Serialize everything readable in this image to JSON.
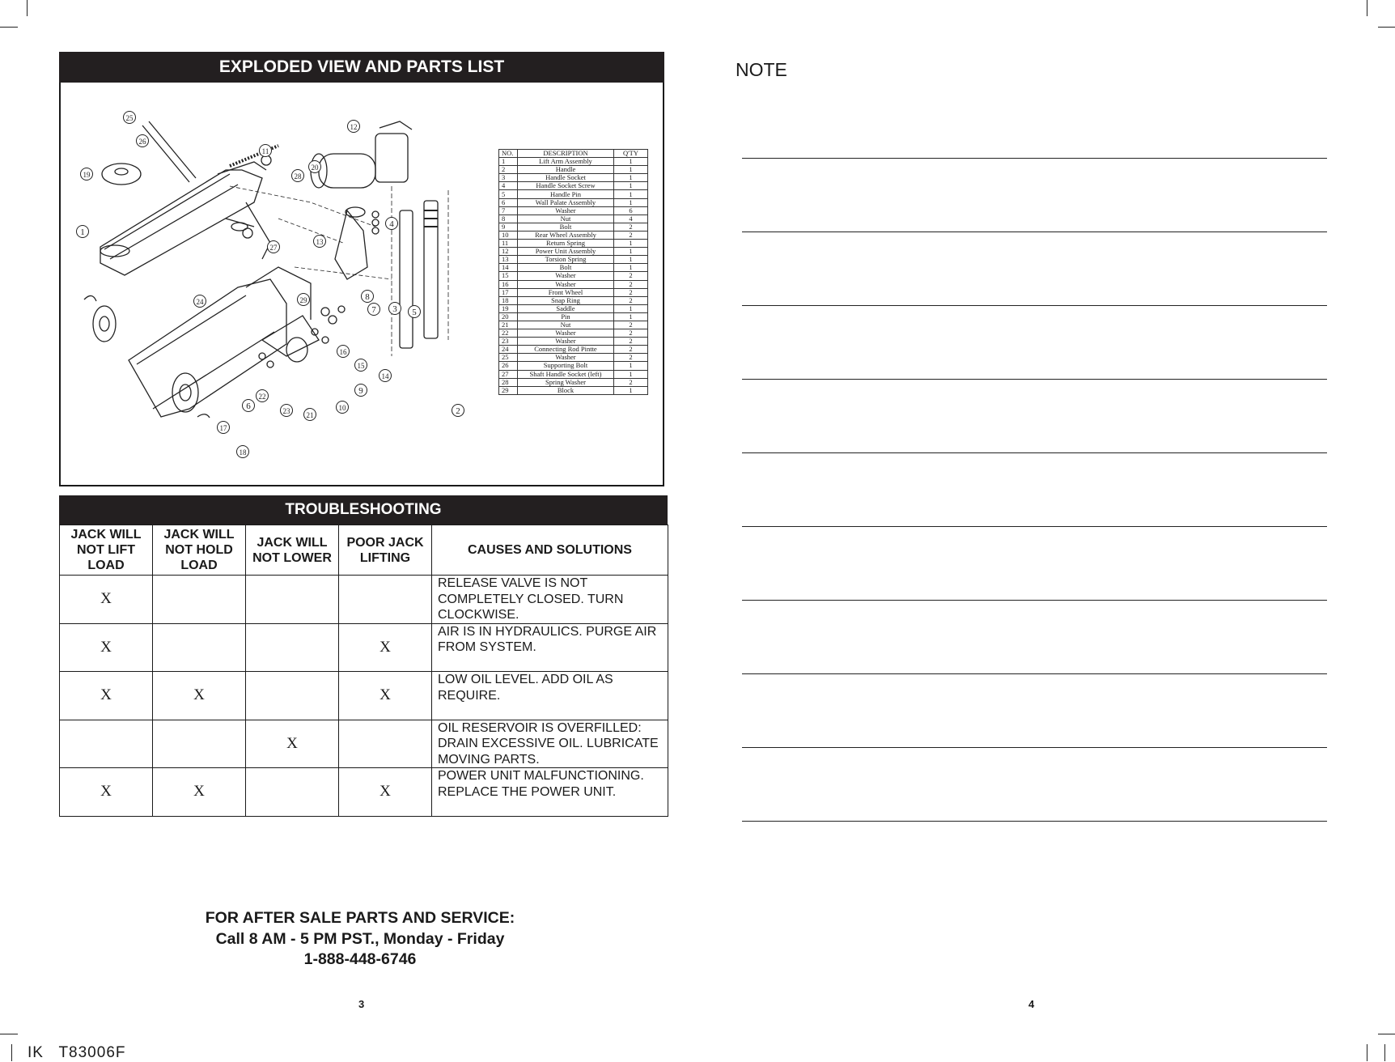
{
  "exploded_view": {
    "title": "EXPLODED VIEW AND PARTS LIST",
    "callouts": [
      "1",
      "2",
      "3",
      "4",
      "5",
      "6",
      "7",
      "8",
      "9",
      "10",
      "11",
      "12",
      "13",
      "14",
      "15",
      "16",
      "17",
      "18",
      "19",
      "20",
      "21",
      "22",
      "23",
      "24",
      "25",
      "26",
      "27",
      "28",
      "29"
    ],
    "parts_table": {
      "headers": [
        "NO.",
        "DESCRIPTION",
        "Q'TY"
      ],
      "rows": [
        [
          "1",
          "Lift Arm Assembly",
          "1"
        ],
        [
          "2",
          "Handle",
          "1"
        ],
        [
          "3",
          "Handle Socket",
          "1"
        ],
        [
          "4",
          "Handle Socket Screw",
          "1"
        ],
        [
          "5",
          "Handle Pin",
          "1"
        ],
        [
          "6",
          "Wall Palate Assembly",
          "1"
        ],
        [
          "7",
          "Washer",
          "6"
        ],
        [
          "8",
          "Nut",
          "4"
        ],
        [
          "9",
          "Bolt",
          "2"
        ],
        [
          "10",
          "Rear Wheel Assembly",
          "2"
        ],
        [
          "11",
          "Return Spring",
          "1"
        ],
        [
          "12",
          "Power Unit Assembly",
          "1"
        ],
        [
          "13",
          "Torsion Spring",
          "1"
        ],
        [
          "14",
          "Bolt",
          "1"
        ],
        [
          "15",
          "Washer",
          "2"
        ],
        [
          "16",
          "Washer",
          "2"
        ],
        [
          "17",
          "Front Wheel",
          "2"
        ],
        [
          "18",
          "Snap Ring",
          "2"
        ],
        [
          "19",
          "Saddle",
          "1"
        ],
        [
          "20",
          "Pin",
          "1"
        ],
        [
          "21",
          "Nut",
          "2"
        ],
        [
          "22",
          "Washer",
          "2"
        ],
        [
          "23",
          "Washer",
          "2"
        ],
        [
          "24",
          "Connecting Rod Pintte",
          "2"
        ],
        [
          "25",
          "Washer",
          "2"
        ],
        [
          "26",
          "Supporting Bolt",
          "1"
        ],
        [
          "27",
          "Shaft Handle Socket (left)",
          "1"
        ],
        [
          "28",
          "Spring Washer",
          "2"
        ],
        [
          "29",
          "Block",
          "1"
        ]
      ]
    }
  },
  "troubleshooting": {
    "title": "TROUBLESHOOTING",
    "headers": [
      "JACK WILL NOT LIFT LOAD",
      "JACK WILL NOT HOLD LOAD",
      "JACK WILL NOT LOWER",
      "POOR JACK LIFTING",
      "CAUSES AND SOLUTIONS"
    ],
    "rows": [
      {
        "marks": [
          "X",
          "",
          "",
          ""
        ],
        "cause": "RELEASE VALVE IS NOT COMPLETELY CLOSED. TURN CLOCKWISE."
      },
      {
        "marks": [
          "X",
          "",
          "",
          "X"
        ],
        "cause": "AIR IS IN HYDRAULICS. PURGE AIR FROM SYSTEM."
      },
      {
        "marks": [
          "X",
          "X",
          "",
          "X"
        ],
        "cause": "LOW OIL LEVEL. ADD OIL AS REQUIRE."
      },
      {
        "marks": [
          "",
          "",
          "X",
          ""
        ],
        "cause": "OIL RESERVOIR IS OVERFILLED: DRAIN EXCESSIVE OIL. LUBRICATE MOVING PARTS."
      },
      {
        "marks": [
          "X",
          "X",
          "",
          "X"
        ],
        "cause": "POWER UNIT MALFUNCTIONING. REPLACE THE POWER UNIT."
      }
    ]
  },
  "service": {
    "line1": "FOR AFTER SALE PARTS AND SERVICE:",
    "line2": "Call 8 AM - 5 PM PST., Monday - Friday",
    "phone": "1-888-448-6746"
  },
  "page_left": "3",
  "page_right": "4",
  "model_code": "IK   T83006F",
  "note": {
    "title": "NOTE",
    "line_count": 10
  },
  "colors": {
    "header_bg": "#231f20",
    "header_text": "#ffffff",
    "ink": "#1a1a1a"
  }
}
